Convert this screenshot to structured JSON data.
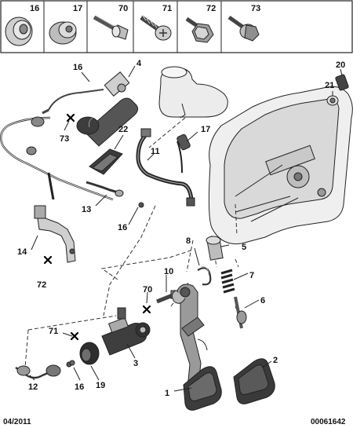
{
  "header_parts": [
    {
      "ref": "16",
      "icon": "grommet-icon"
    },
    {
      "ref": "17",
      "icon": "bushing-icon"
    },
    {
      "ref": "70",
      "icon": "bolt-icon"
    },
    {
      "ref": "71",
      "icon": "screw-icon"
    },
    {
      "ref": "72",
      "icon": "hex-bolt-icon"
    },
    {
      "ref": "73",
      "icon": "flange-bolt-icon"
    }
  ],
  "callouts": {
    "c1": "1",
    "c2": "2",
    "c3": "3",
    "c4": "4",
    "c5": "5",
    "c6": "6",
    "c7": "7",
    "c8": "8",
    "c10": "10",
    "c11": "11",
    "c12": "12",
    "c13": "13",
    "c14": "14",
    "c16a": "16",
    "c16b": "16",
    "c16c": "16",
    "c17": "17",
    "c19": "19",
    "c20": "20",
    "c21": "21",
    "c22": "22",
    "c70": "70",
    "c71": "71",
    "c72": "72",
    "c73": "73"
  },
  "footer": {
    "date": "04/2011",
    "code": "00061642"
  },
  "colors": {
    "line": "#222222",
    "part_dark": "#3a3a3a",
    "part_mid": "#9a9a9a",
    "part_light": "#d8d8d8",
    "bg": "#ffffff"
  }
}
